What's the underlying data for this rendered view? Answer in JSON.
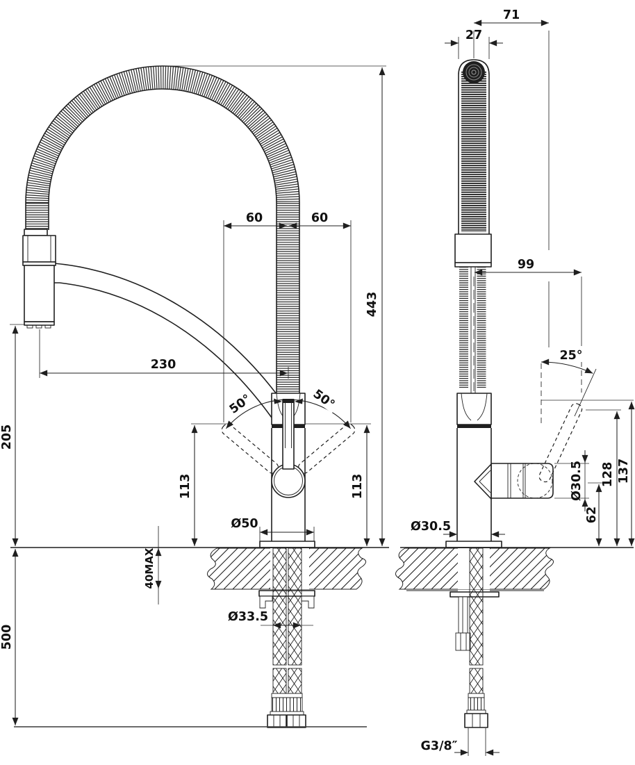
{
  "drawing": {
    "kind": "faucet-installation-technical-drawing",
    "background_color": "#ffffff",
    "line_color": "#1f1f1f"
  },
  "front": {
    "sixty_left": "60",
    "sixty_right": "60",
    "height": "443",
    "reach": "230",
    "spray_height": "205",
    "hose_below": "500",
    "lever_left": "113",
    "lever_right": "113",
    "swing_left": "50°",
    "swing_right": "50°",
    "deck_max": "40MAX",
    "base_dia": "Ø50",
    "hole_dia": "Ø33.5"
  },
  "side": {
    "spray_offset": "71",
    "head_dia": "27",
    "depth": "99",
    "tilt": "25°",
    "body_dia": "Ø30.5",
    "spout_height": "62",
    "lever_back": "128",
    "lever_top": "137",
    "base_dia": "Ø30.5",
    "thread": "G3/8″"
  }
}
